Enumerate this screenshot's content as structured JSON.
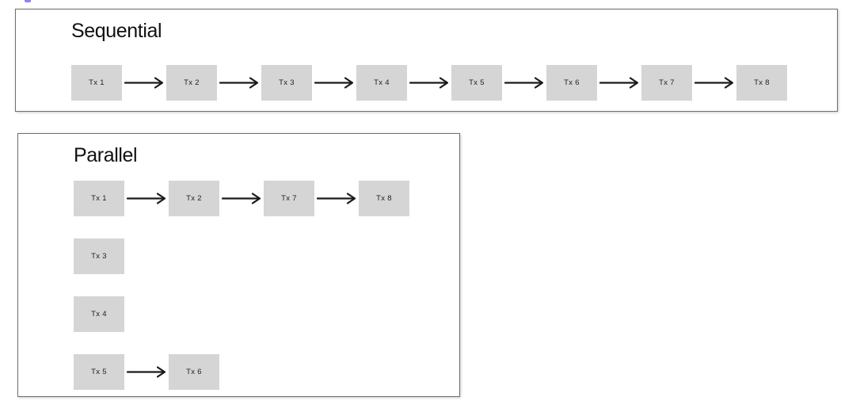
{
  "canvas": {
    "background": "#ffffff"
  },
  "artifact": {
    "description": "tiny purple cursor fragment at top edge",
    "color": "#8b80f8"
  },
  "colors": {
    "node_fill": "#d5d5d5",
    "node_text": "#222222",
    "arrow": "#1a1a1a",
    "panel_border": "#6f6f6f",
    "title_text": "#111111"
  },
  "panels": [
    {
      "id": "sequential",
      "title": "Sequential",
      "rows": [
        [
          "Tx 1",
          "Tx 2",
          "Tx 3",
          "Tx 4",
          "Tx 5",
          "Tx 6",
          "Tx 7",
          "Tx 8"
        ]
      ]
    },
    {
      "id": "parallel",
      "title": "Parallel",
      "rows": [
        [
          "Tx 1",
          "Tx 2",
          "Tx 7",
          "Tx 8"
        ],
        [
          "Tx 3"
        ],
        [
          "Tx 4"
        ],
        [
          "Tx 5",
          "Tx 6"
        ]
      ]
    }
  ]
}
